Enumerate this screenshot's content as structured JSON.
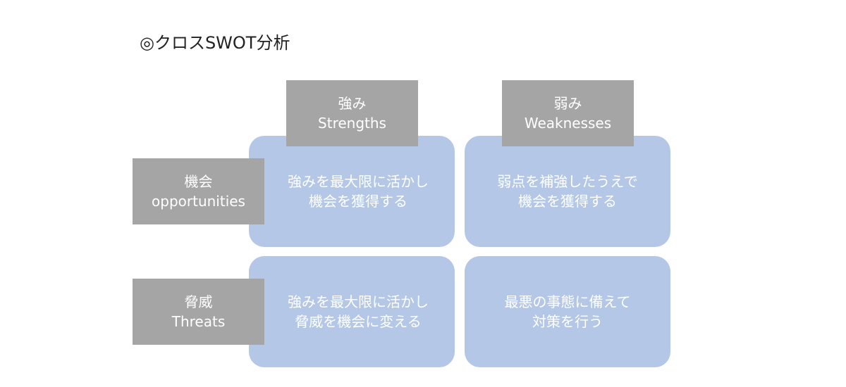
{
  "title": "◎クロスSWOT分析",
  "columns": [
    {
      "line1": "強み",
      "line2": "Strengths"
    },
    {
      "line1": "弱み",
      "line2": "Weaknesses"
    }
  ],
  "rows": [
    {
      "line1": "機会",
      "line2": "opportunities"
    },
    {
      "line1": "脅威",
      "line2": "Threats"
    }
  ],
  "cells": {
    "so": {
      "line1": "強みを最大限に活かし",
      "line2": "機会を獲得する"
    },
    "wo": {
      "line1": "弱点を補強したうえで",
      "line2": "機会を獲得する"
    },
    "st": {
      "line1": "強みを最大限に活かし",
      "line2": "脅威を機会に変える"
    },
    "wt": {
      "line1": "最悪の事態に備えて",
      "line2": "対策を行う"
    }
  },
  "colors": {
    "cell_fill": "#b4c7e7",
    "label_fill": "#a5a5a5",
    "text_on_shapes": "#ffffff"
  }
}
